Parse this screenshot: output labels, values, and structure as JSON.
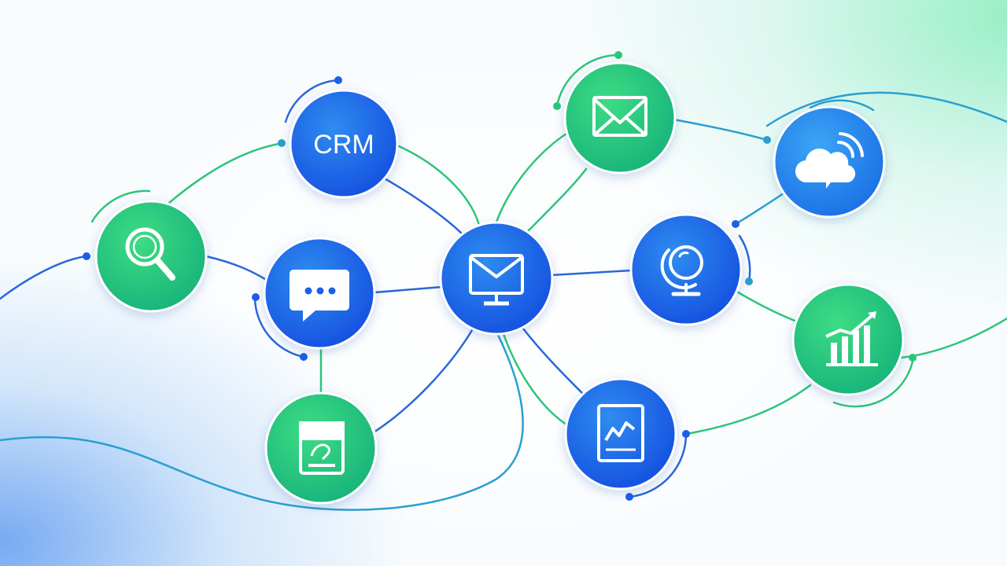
{
  "theme": {
    "blue": "#1a5fe8",
    "blue_light": "#2f8cf0",
    "green": "#23c472",
    "green_light": "#3ddc84",
    "line_blue": "#2a68d8",
    "line_green": "#2cc57a"
  },
  "nodes": [
    {
      "id": "crm",
      "label": "CRM",
      "icon": "crm-text",
      "color": "blue"
    },
    {
      "id": "search",
      "label": "",
      "icon": "magnifier-icon",
      "color": "green"
    },
    {
      "id": "chat",
      "label": "",
      "icon": "chat-bubble-icon",
      "color": "blue"
    },
    {
      "id": "document",
      "label": "",
      "icon": "document-scan-icon",
      "color": "green"
    },
    {
      "id": "hub",
      "label": "",
      "icon": "monitor-mail-icon",
      "color": "blue"
    },
    {
      "id": "email",
      "label": "",
      "icon": "envelope-icon",
      "color": "green"
    },
    {
      "id": "cloud",
      "label": "",
      "icon": "cloud-signal-icon",
      "color": "blue"
    },
    {
      "id": "globe",
      "label": "",
      "icon": "globe-icon",
      "color": "blue"
    },
    {
      "id": "analytics",
      "label": "",
      "icon": "bar-chart-icon",
      "color": "green"
    },
    {
      "id": "report",
      "label": "",
      "icon": "tablet-chart-icon",
      "color": "blue"
    }
  ]
}
